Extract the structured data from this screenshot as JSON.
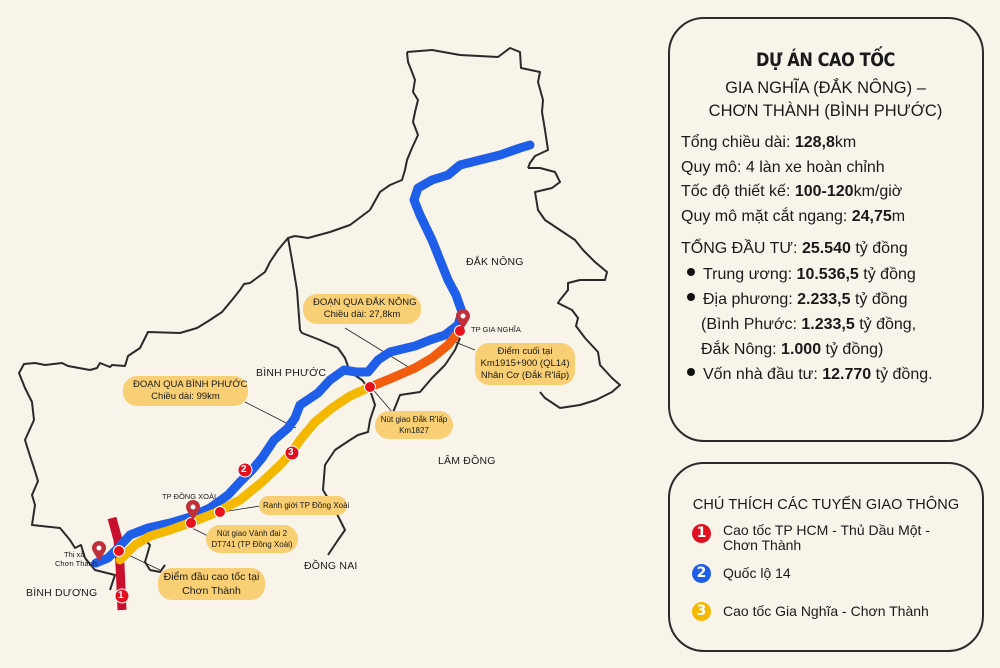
{
  "map": {
    "regions": {
      "dak_nong": "ĐẮK NÔNG",
      "binh_phuoc": "BÌNH PHƯỚC",
      "lam_dong": "LÂM ĐỒNG",
      "dong_nai": "ĐỒNG NAI",
      "binh_duong": "BÌNH DƯƠNG"
    },
    "places": {
      "tp_gia_nghia": "TP GIA NGHĨA",
      "tp_dong_xoai": "TP ĐỒNG XOÀI",
      "thi_xa_line1": "Thị xã",
      "thi_xa_line2": "Chơn Thành"
    },
    "callouts": {
      "doan_dak_nong": {
        "line1": "ĐOẠN QUA ĐẮK NÔNG",
        "line2": "Chiều dài: 27,8km"
      },
      "doan_binh_phuoc": {
        "line1": "ĐOẠN QUA BÌNH PHƯỚC",
        "line2": "Chiều dài: 99km"
      },
      "diem_cuoi": {
        "line1": "Điểm cuối tại",
        "line2": "Km1915+900 (QL14)",
        "line3": "Nhân Cơ (Đắk R'lấp)"
      },
      "nut_giao_dak_rlap": {
        "line1": "Nút giao Đắk R'lấp",
        "line2": "Km1827"
      },
      "ranh_gioi": {
        "line1": "Ranh giới TP Đồng Xoài"
      },
      "nut_giao_vanh_dai": {
        "line1": "Nút giao Vành đai 2",
        "line2": "DT741 (TP Đồng Xoài)"
      },
      "diem_dau": {
        "line1": "Điểm đầu cao tốc tại",
        "line2": "Chơn Thành"
      }
    },
    "route_markers": [
      "1",
      "2",
      "3"
    ],
    "colors": {
      "route1_red": "#c8102e",
      "route2_blue": "#1e5ee8",
      "route3_yellow": "#f5b800",
      "segment_orange": "#f25c0f",
      "junction_red": "#e8101a",
      "pin": "#c0303a",
      "border": "#2a2a2a",
      "callout_bg": "#f8cf74",
      "background": "#f8f4ea"
    }
  },
  "info": {
    "title": "DỰ ÁN CAO TỐC",
    "subtitle_line1": "GIA NGHĨA (ĐẮK NÔNG) –",
    "subtitle_line2": "CHƠN THÀNH (BÌNH PHƯỚC)",
    "length_label": "Tổng chiều dài: ",
    "length_value": "128,8",
    "length_unit": "km",
    "scale_label": "Quy mô: 4 làn xe hoàn chỉnh",
    "speed_label": "Tốc độ thiết kế: ",
    "speed_value": "100-120",
    "speed_unit": "km/giờ",
    "cross_label": "Quy mô mặt cắt ngang: ",
    "cross_value": "24,75",
    "cross_unit": "m",
    "total_label": "TỔNG ĐẦU TƯ: ",
    "total_value": "25.540",
    "total_unit": " tỷ đồng",
    "central_label": "Trung ương: ",
    "central_value": "10.536,5",
    "central_unit": " tỷ đồng",
    "local_label": "Địa phương: ",
    "local_value": "2.233,5",
    "local_unit": " tỷ đồng",
    "bp_label": "(Bình Phước: ",
    "bp_value": "1.233,5",
    "bp_unit": " tỷ đồng,",
    "dn_label": "Đắk Nông: ",
    "dn_value": "1.000",
    "dn_unit": " tỷ đồng)",
    "investor_label": "Vốn nhà đầu tư: ",
    "investor_value": "12.770",
    "investor_unit": " tỷ đồng."
  },
  "legend": {
    "title": "CHÚ THÍCH CÁC TUYẾN GIAO THÔNG",
    "items": [
      {
        "num": "1",
        "label": "Cao tốc TP HCM - Thủ Dầu Một - Chơn Thành",
        "color": "#e0101e"
      },
      {
        "num": "2",
        "label": "Quốc lộ 14",
        "color": "#1e5ee8"
      },
      {
        "num": "3",
        "label": "Cao tốc Gia Nghĩa - Chơn Thành",
        "color": "#f5b800"
      }
    ]
  }
}
